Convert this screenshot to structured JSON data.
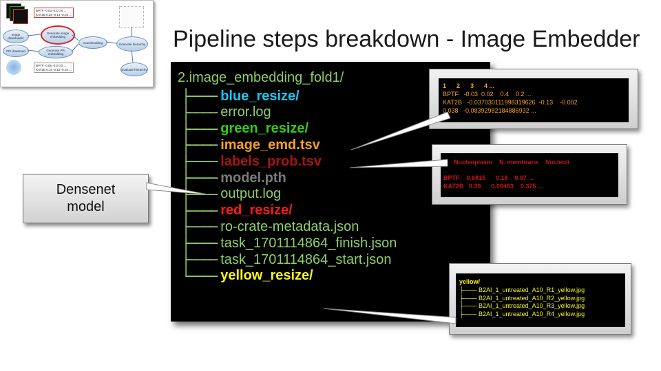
{
  "thumbnail": {
    "nodes": [
      "Image downloader",
      "PPI download",
      "Generate image embedding",
      "Generate PPI embedding",
      "Coembedding",
      "Generate hierarchy",
      "Evaluate hierarchy"
    ],
    "box_top": [
      "BPTF -0.03 -0.1 0.6 ...",
      "KAT2B 0.28 -0.14 -0.03 ..."
    ],
    "box_bottom": [
      "BPTF -0.05 -0.2 0.5 ...",
      "KAT2B 0.15 -0.15 -0.04 ..."
    ]
  },
  "title": "Pipeline steps breakdown - Image Embedder",
  "tree": {
    "root": "2.image_embedding_fold1/",
    "items": [
      {
        "name": "blue_resize/",
        "color": "#19c8f0",
        "bold": true
      },
      {
        "name": "error.log",
        "color": "#8fce6a",
        "bold": false
      },
      {
        "name": "green_resize/",
        "color": "#33cc1a",
        "bold": true
      },
      {
        "name": "image_emd.tsv",
        "color": "#f5a128",
        "bold": true
      },
      {
        "name": "labels_prob.tsv",
        "color": "#a81414",
        "bold": true
      },
      {
        "name": "model.pth",
        "color": "#7a7a7a",
        "bold": true
      },
      {
        "name": "output.log",
        "color": "#8fce6a",
        "bold": false
      },
      {
        "name": "red_resize/",
        "color": "#ff1a1a",
        "bold": true
      },
      {
        "name": "ro-crate-metadata.json",
        "color": "#8fce6a",
        "bold": false
      },
      {
        "name": "task_1701114864_finish.json",
        "color": "#8fce6a",
        "bold": false
      },
      {
        "name": "task_1701114864_start.json",
        "color": "#8fce6a",
        "bold": false
      },
      {
        "name": "yellow_resize/",
        "color": "#f5f51a",
        "bold": true
      }
    ]
  },
  "side_label": {
    "line1": "Densenet",
    "line2": "model"
  },
  "callout_emd": {
    "header": "1      2      3      4 ...",
    "lines": [
      "BPTF   -0.03  0.02    0.4    0.2 ...",
      "KAT2B   -0.037030111998319626  -0.13    -0.002",
      "0.038   -0.08392982184886932 ..."
    ],
    "color": "#f5a128"
  },
  "callout_labels": {
    "header": "      Nucleoplasm    N. membrane    Nucleoli",
    "cont": "...",
    "lines": [
      "BPTF    0.6815      0.18    0.07 ...",
      "KAT2B   0.39      0.06483    0.375 ..."
    ],
    "color": "#c81414"
  },
  "callout_yellow": {
    "header": "yellow/",
    "files": [
      "B2AI_1_untreated_A10_R1_yellow.jpg",
      "B2AI_1_untreated_A10_R2_yellow.jpg",
      "B2AI_1_untreated_A10_R3_yellow.jpg",
      "B2AI_1_untreated_A10_R4_yellow.jpg"
    ],
    "color": "#f5f51a"
  }
}
